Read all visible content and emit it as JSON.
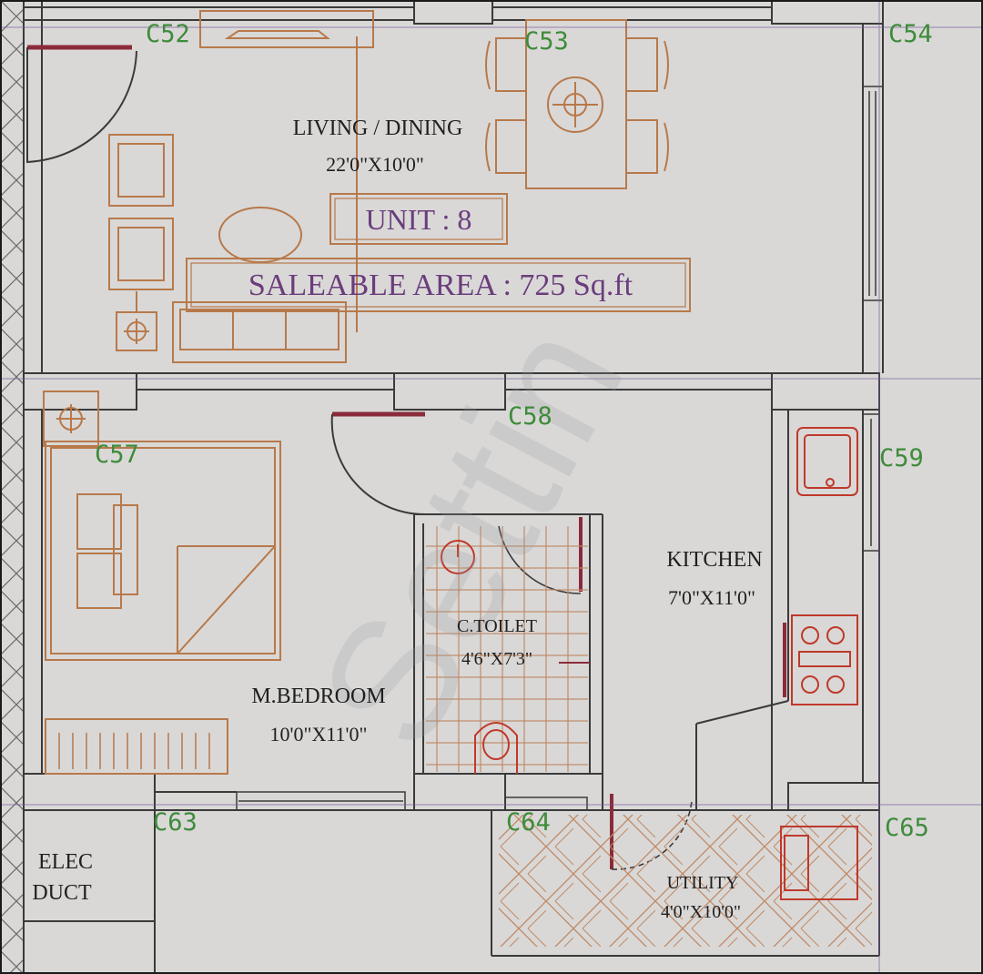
{
  "rooms": {
    "living": {
      "name": "LIVING / DINING",
      "dim": "22'0\"X10'0\""
    },
    "bedroom": {
      "name": "M.BEDROOM",
      "dim": "10'0\"X11'0\""
    },
    "kitchen": {
      "name": "KITCHEN",
      "dim": "7'0\"X11'0\""
    },
    "toilet": {
      "name": "C.TOILET",
      "dim": "4'6\"X7'3\""
    },
    "utility": {
      "name": "UTILITY",
      "dim": "4'0\"X10'0\""
    },
    "elec_duct": {
      "line1": "ELEC",
      "line2": "DUCT"
    }
  },
  "unit": {
    "label": "UNIT : 8",
    "area": "SALEABLE AREA : 725 Sq.ft"
  },
  "columns": {
    "c52": "C52",
    "c53": "C53",
    "c54": "C54",
    "c57": "C57",
    "c58": "C58",
    "c59": "C59",
    "c63": "C63",
    "c64": "C64",
    "c65": "C65"
  },
  "watermark": "Settin",
  "colors": {
    "paper": "#d9d8d7",
    "wall": "#3a3a3a",
    "furniture": "#b8794a",
    "label_green": "#3e8b3a",
    "unit_purple": "#6b3d7c",
    "door_red": "#8b2b3a"
  }
}
